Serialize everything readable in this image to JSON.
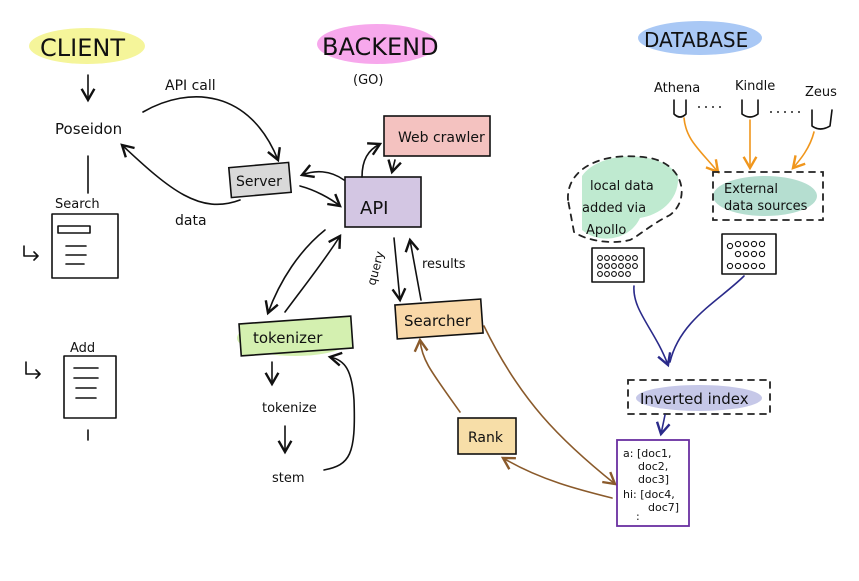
{
  "sections": {
    "client": {
      "title": "CLIENT",
      "highlight": "#f5f59a"
    },
    "backend": {
      "title": "BACKEND",
      "subtitle": "(GO)",
      "highlight": "#f7a8ec"
    },
    "database": {
      "title": "DATABASE",
      "highlight": "#a9c8f5"
    }
  },
  "client": {
    "app": "Poseidon",
    "api_call_label": "API call",
    "data_label": "data",
    "pages": [
      {
        "label": "Search"
      },
      {
        "label": "Add"
      }
    ]
  },
  "backend": {
    "nodes": {
      "server": {
        "label": "Server",
        "fill": "#d9d9d9"
      },
      "api": {
        "label": "API",
        "fill": "#d3c6e3"
      },
      "web_crawler": {
        "label": "Web crawler",
        "fill": "#f4c2c0"
      },
      "tokenizer": {
        "label": "tokenizer",
        "fill": "#d4f0b0"
      },
      "searcher": {
        "label": "Searcher",
        "fill": "#f9d8a8"
      },
      "rank": {
        "label": "Rank",
        "fill": "#f7dea8"
      }
    },
    "edge_labels": {
      "query": "query",
      "results": "results"
    },
    "tokenizer_steps": [
      "tokenize",
      "stem"
    ]
  },
  "database": {
    "sources": [
      "Athena",
      "Kindle",
      "Zeus"
    ],
    "local_data": {
      "label": "local data added via Apollo",
      "fill": "#bfead0"
    },
    "external_data": {
      "label": "External data sources",
      "fill": "#b5ded0"
    },
    "inverted_index": {
      "label": "Inverted index",
      "fill": "#c6c8e8"
    },
    "index_contents": [
      "a: [doc1,",
      "doc2,",
      "doc3]",
      "hi: [doc4,",
      "doc7]",
      ":"
    ]
  }
}
